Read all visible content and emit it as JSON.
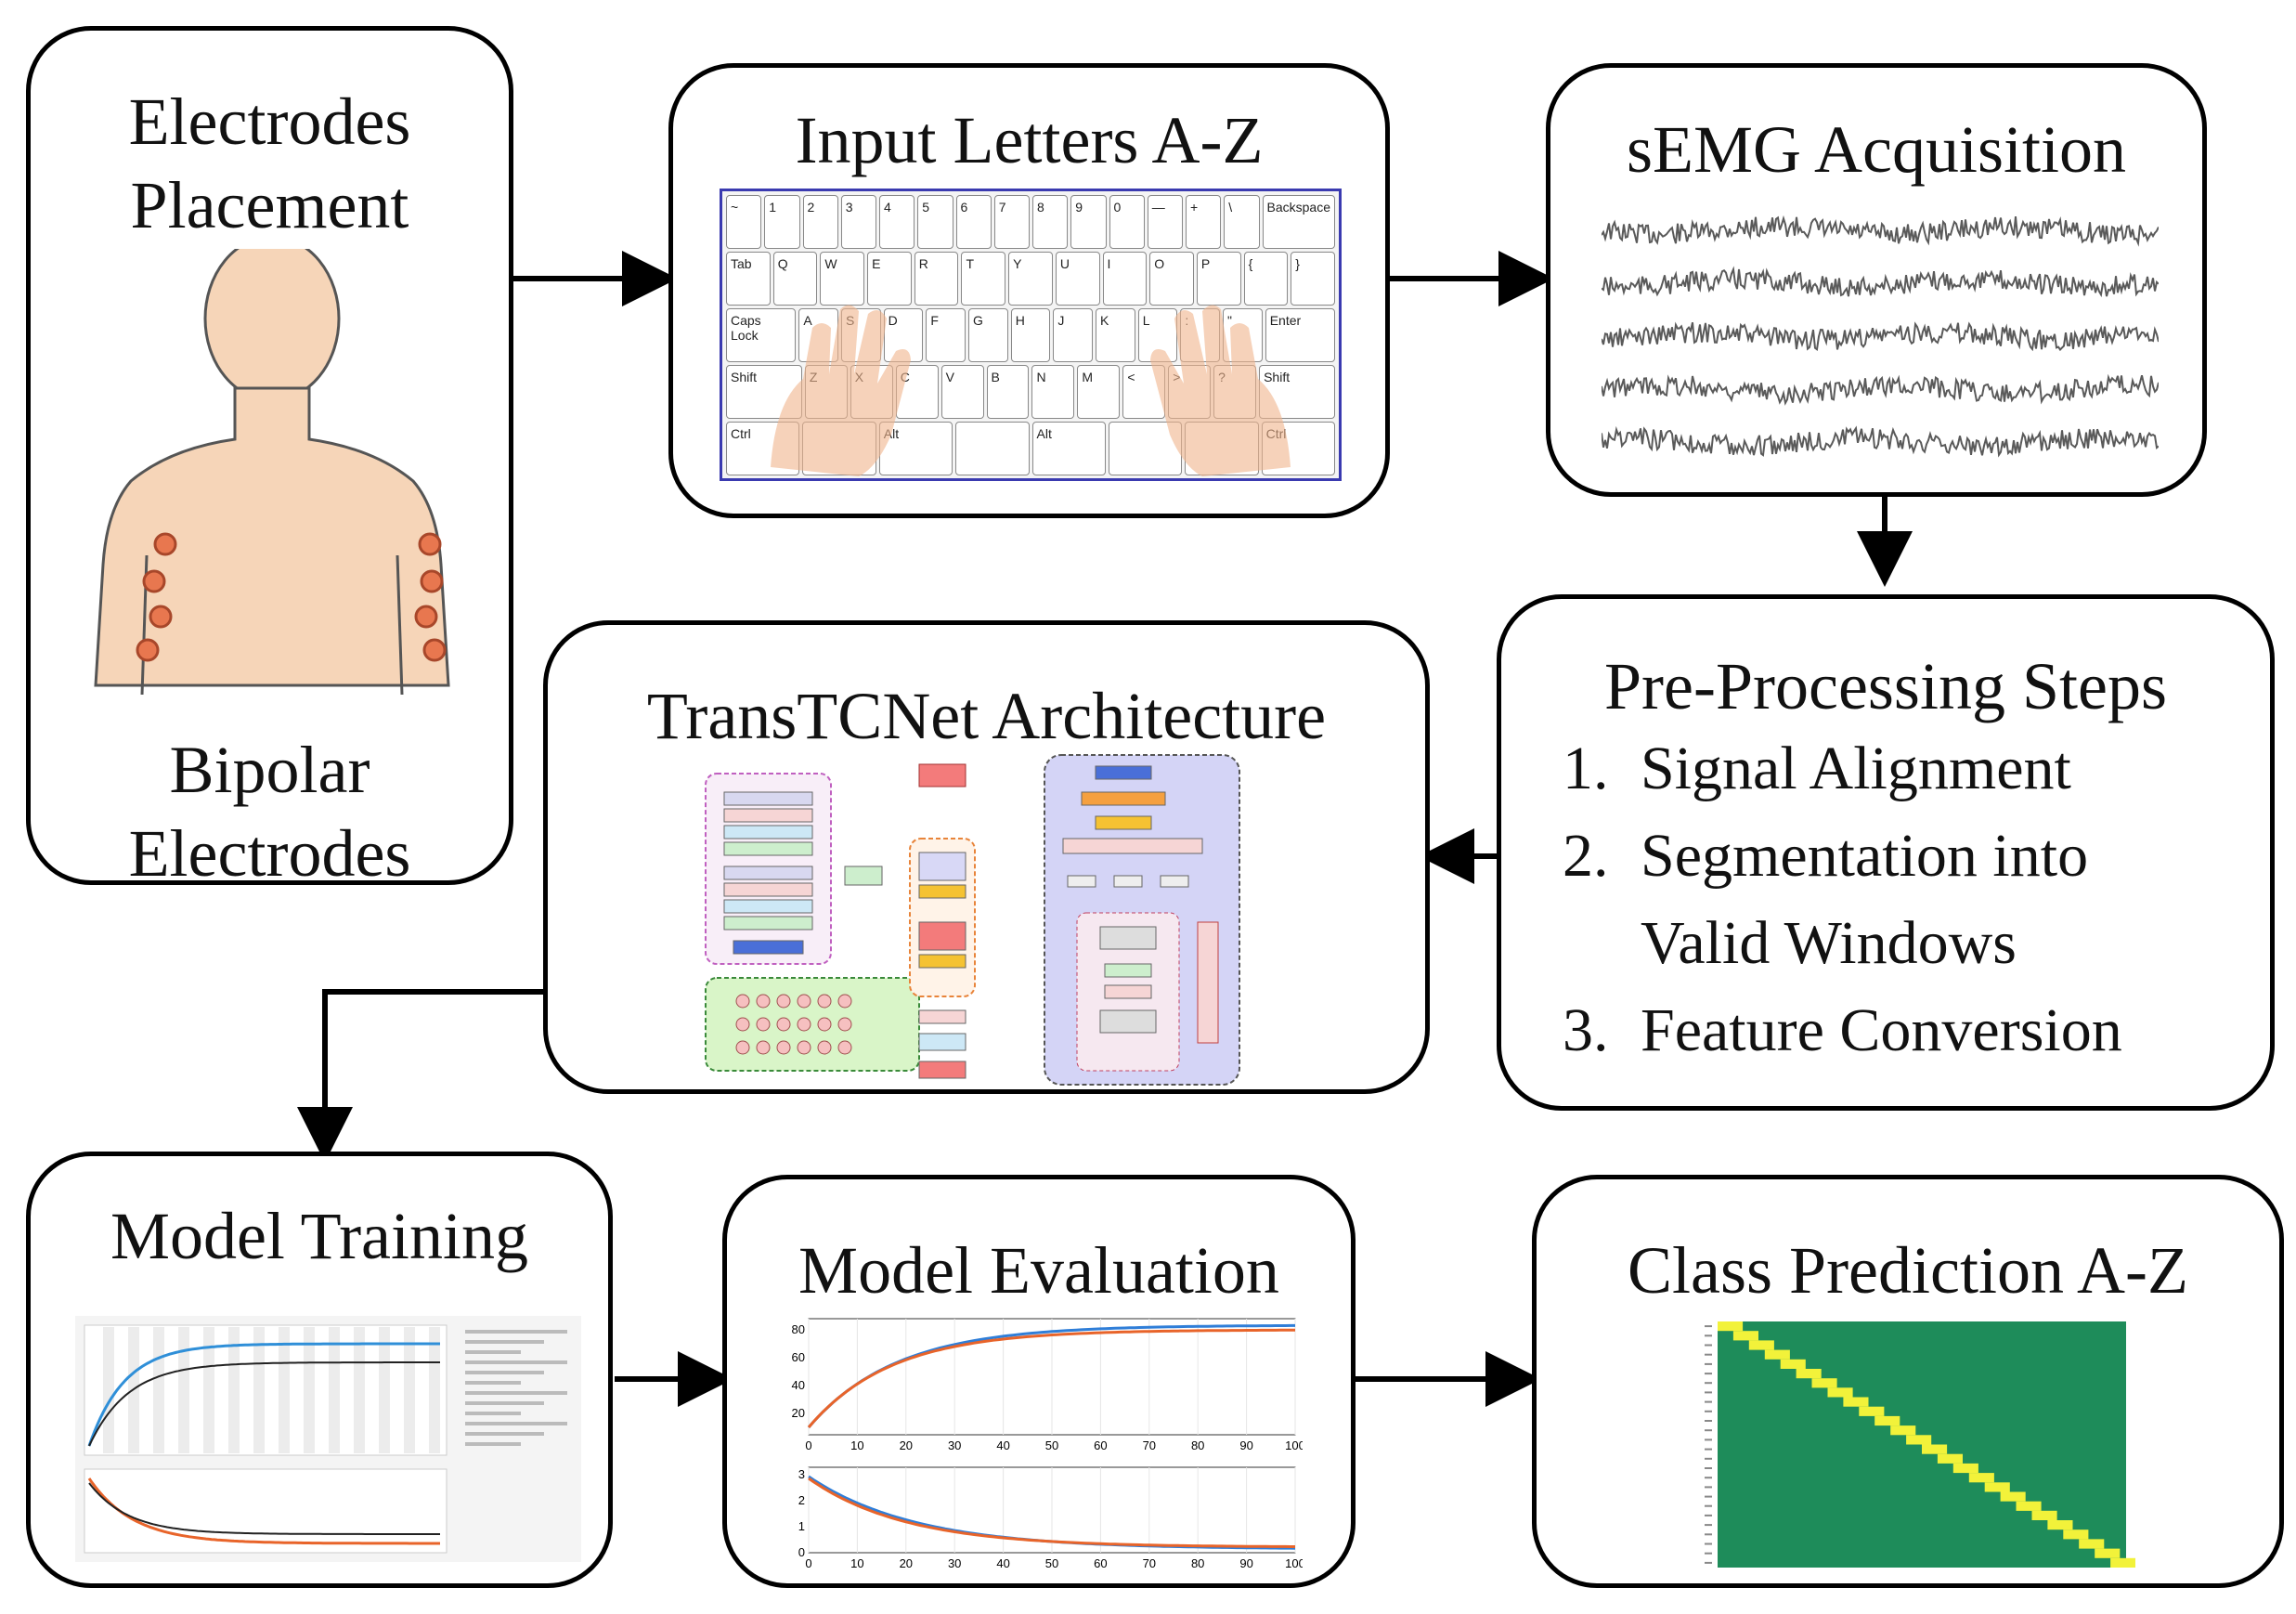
{
  "boxes": {
    "electrodes": {
      "title_line1": "Electrodes",
      "title_line2": "Placement",
      "footer_line1": "Bipolar",
      "footer_line2": "Electrodes"
    },
    "input_letters": {
      "title": "Input Letters A-Z"
    },
    "semg": {
      "title": "sEMG Acquisition"
    },
    "preprocessing": {
      "title": "Pre-Processing Steps",
      "steps": [
        {
          "num": "1.",
          "line1": "Signal Alignment",
          "line2": ""
        },
        {
          "num": "2.",
          "line1": "Segmentation into",
          "line2": "Valid Windows"
        },
        {
          "num": "3.",
          "line1": "Feature Conversion",
          "line2": ""
        }
      ]
    },
    "transtcnet": {
      "title": "TransTCNet Architecture"
    },
    "training": {
      "title": "Model Training"
    },
    "evaluation": {
      "title": "Model Evaluation",
      "top_y_ticks": [
        "80",
        "60",
        "40",
        "20"
      ],
      "bottom_y_ticks": [
        "3",
        "2",
        "1",
        "0"
      ],
      "x_ticks": [
        "0",
        "10",
        "20",
        "30",
        "40",
        "50",
        "60",
        "70",
        "80",
        "90",
        "100"
      ]
    },
    "prediction": {
      "title": "Class Prediction A-Z"
    }
  },
  "keyboard": {
    "rows": [
      [
        "~",
        "1",
        "2",
        "3",
        "4",
        "5",
        "6",
        "7",
        "8",
        "9",
        "0",
        "—",
        "+",
        "\\",
        "Backspace"
      ],
      [
        "Tab",
        "Q",
        "W",
        "E",
        "R",
        "T",
        "Y",
        "U",
        "I",
        "O",
        "P",
        "{",
        "}"
      ],
      [
        "Caps Lock",
        "A",
        "S",
        "D",
        "F",
        "G",
        "H",
        "J",
        "K",
        "L",
        ":",
        "\"",
        "Enter"
      ],
      [
        "Shift",
        "Z",
        "X",
        "C",
        "V",
        "B",
        "N",
        "M",
        "<",
        ">",
        "?",
        "Shift"
      ],
      [
        "Ctrl",
        "",
        "Alt",
        "",
        "Alt",
        "",
        "",
        "Ctrl"
      ]
    ]
  },
  "colors": {
    "skin": "#f6d5b8",
    "electrode": "#e8774f",
    "line": "#000000",
    "blue": "#2f7ed8",
    "orange": "#e8642a",
    "matrix_green": "#1e8c5a",
    "matrix_diag": "#f2f23a"
  }
}
